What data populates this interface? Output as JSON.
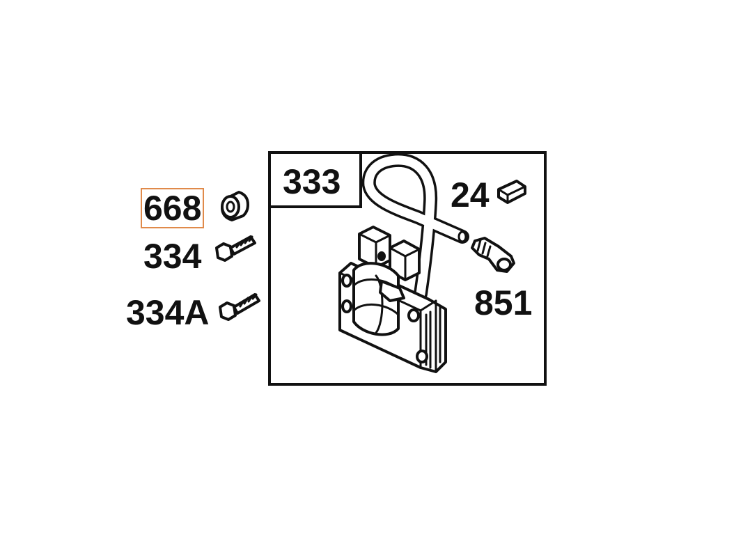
{
  "diagram": {
    "assembly_label": "333",
    "parts": {
      "p668": "668",
      "p334": "334",
      "p334a": "334A",
      "p24": "24",
      "p851": "851"
    },
    "highlight_color": "#e08a4a",
    "line_color": "#111111",
    "background_color": "#ffffff",
    "icons": [
      "spacer-icon",
      "bolt-icon",
      "key-icon",
      "spark-plug-boot-icon",
      "ignition-coil-icon"
    ]
  }
}
